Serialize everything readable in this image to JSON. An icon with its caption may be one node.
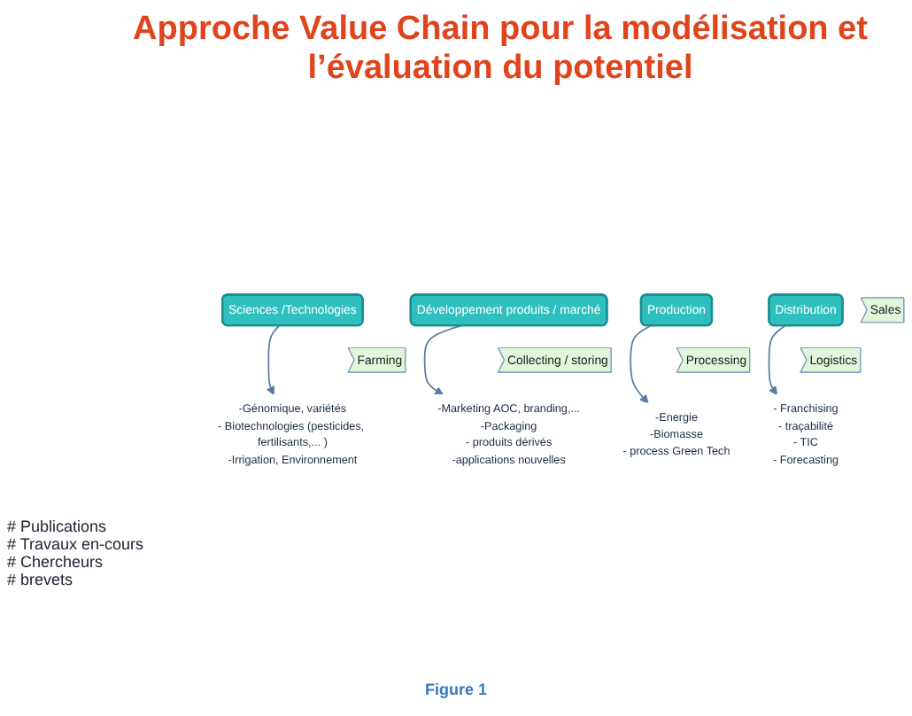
{
  "diagram": {
    "title": "Approche Value Chain pour la modélisation et l’évaluation du potentiel",
    "caption": "Figure 1",
    "nodes": [
      {
        "text": [
          "Sciences /Technologies"
        ]
      },
      {
        "text": [
          "Développement produits / marché"
        ]
      },
      {
        "text": [
          "Production"
        ]
      },
      {
        "text": [
          "Distribution"
        ]
      },
      {
        "text": [
          "Farming"
        ]
      },
      {
        "text": [
          "Collecting / storing"
        ]
      },
      {
        "text": [
          "Processing"
        ]
      },
      {
        "text": [
          "Sales"
        ]
      },
      {
        "text": [
          "Logistics"
        ]
      },
      {
        "text": [
          "-Génomique, variétés",
          "- Biotechnologies (pesticides, fertilisants,... )",
          "-Irrigation, Environnement"
        ]
      },
      {
        "text": [
          "-Marketing AOC, branding,...",
          "-Packaging",
          "- produits dérivés",
          "-applications nouvelles"
        ]
      },
      {
        "text": [
          "-Energie",
          "-Biomasse",
          "- process  Green Tech"
        ]
      },
      {
        "text": [
          "- Franchising",
          "- traçabilité",
          "- TIC",
          "- Forecasting"
        ]
      }
    ],
    "edges": [
      {
        "from": 0,
        "to": 9,
        "arrow": "to"
      },
      {
        "from": 1,
        "to": 10,
        "arrow": "to"
      },
      {
        "from": 2,
        "to": 11,
        "arrow": "to"
      },
      {
        "from": 3,
        "to": 12,
        "arrow": "to"
      }
    ],
    "labels": [
      "# Publications",
      "# Travaux en-cours",
      "# Chercheurs",
      "# brevets"
    ]
  }
}
